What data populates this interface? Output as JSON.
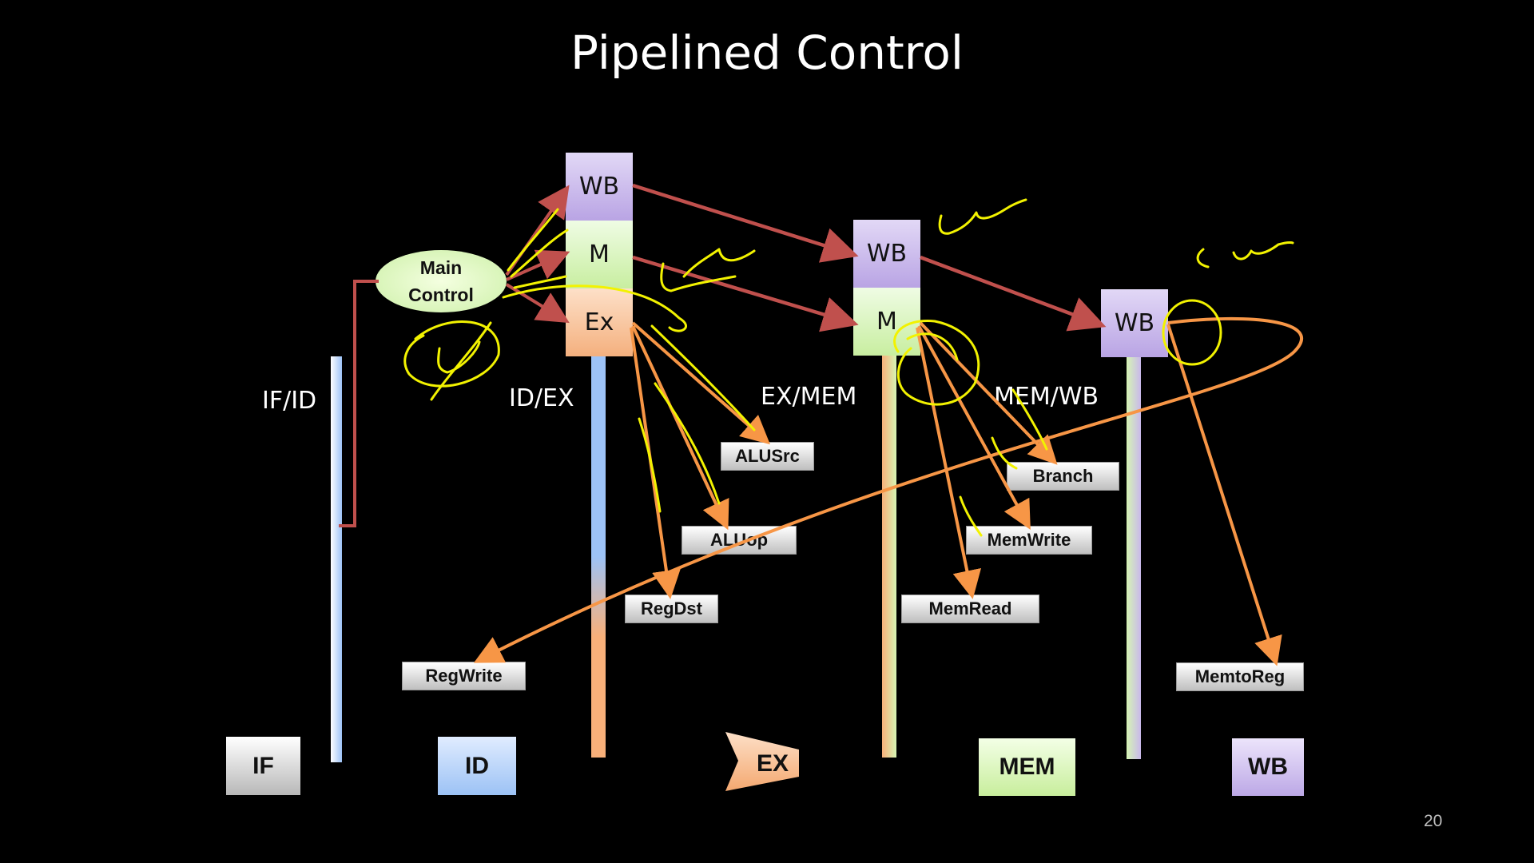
{
  "slide": {
    "title": "Pipelined Control",
    "page_number": "20"
  },
  "pipeline_registers": [
    "IF/ID",
    "ID/EX",
    "EX/MEM",
    "MEM/WB"
  ],
  "main_control": {
    "line1": "Main",
    "line2": "Control"
  },
  "control_fields": {
    "id_ex": {
      "wb": "WB",
      "m": "M",
      "ex": "Ex"
    },
    "ex_mem": {
      "wb": "WB",
      "m": "M"
    },
    "mem_wb": {
      "wb": "WB"
    }
  },
  "signals": {
    "alusrc": "ALUSrc",
    "aluop": "ALUop",
    "regdst": "RegDst",
    "regwrite": "RegWrite",
    "branch": "Branch",
    "memwrite": "MemWrite",
    "memread": "MemRead",
    "memtoreg": "MemtoReg"
  },
  "stages": [
    "IF",
    "ID",
    "EX",
    "MEM",
    "WB"
  ],
  "colors": {
    "background": "#000000",
    "wb_field": "#c9b8ec",
    "m_field": "#d6f5b4",
    "ex_field": "#f8c8a0",
    "control_arrow": "#c0504d",
    "signal_arrow": "#f79646",
    "annotation": "#f2f200"
  }
}
